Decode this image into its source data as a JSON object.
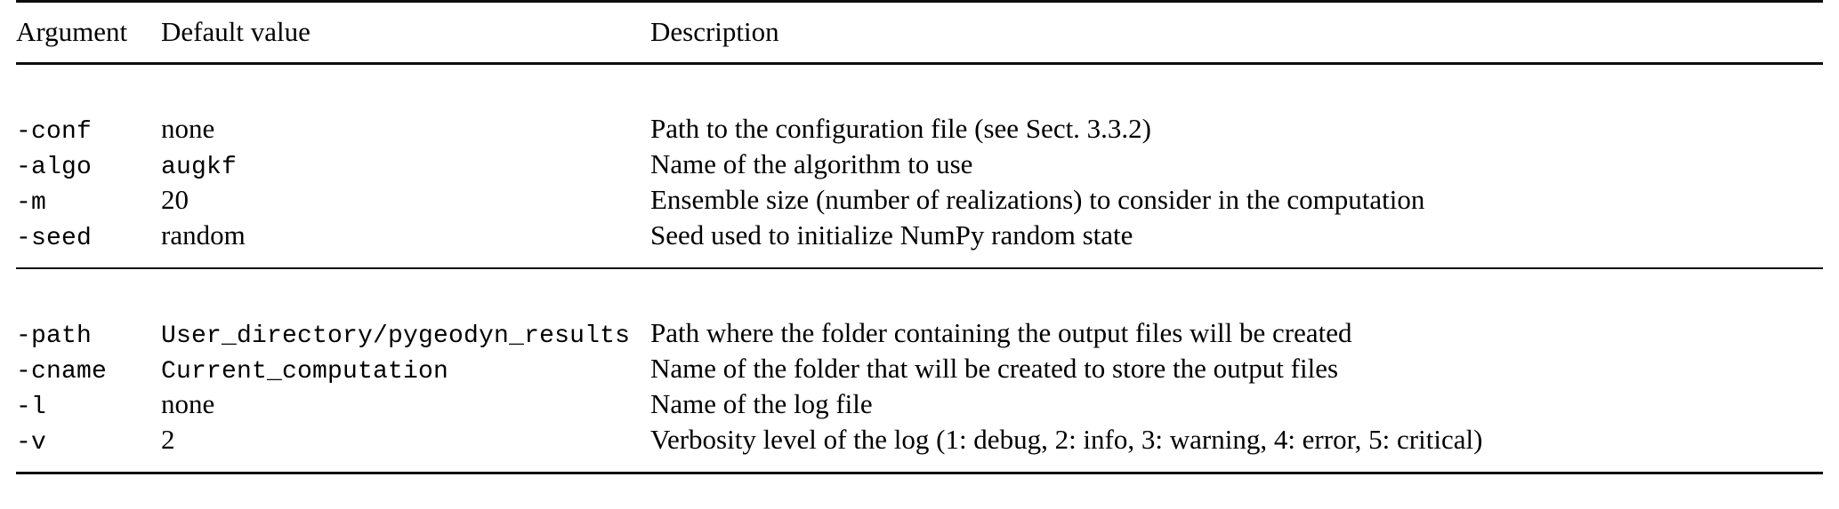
{
  "table": {
    "columns": [
      {
        "key": "argument",
        "label": "Argument"
      },
      {
        "key": "default_value",
        "label": "Default value"
      },
      {
        "key": "description",
        "label": "Description"
      }
    ],
    "groups": [
      {
        "rows": [
          {
            "argument": "-conf",
            "argument_style": "mono",
            "default_value": "none",
            "value_style": "serif",
            "description": "Path to the configuration file (see Sect. 3.3.2)"
          },
          {
            "argument": "-algo",
            "argument_style": "mono",
            "default_value": "augkf",
            "value_style": "mono",
            "description": "Name of the algorithm to use"
          },
          {
            "argument": "-m",
            "argument_style": "mono",
            "default_value": "20",
            "value_style": "serif",
            "description": "Ensemble size (number of realizations) to consider in the computation"
          },
          {
            "argument": "-seed",
            "argument_style": "mono",
            "default_value": "random",
            "value_style": "serif",
            "description": "Seed used to initialize NumPy random state"
          }
        ]
      },
      {
        "rows": [
          {
            "argument": "-path",
            "argument_style": "mono",
            "default_value": "User_directory/pygeodyn_results",
            "value_style": "mono",
            "description": "Path where the folder containing the output files will be created"
          },
          {
            "argument": "-cname",
            "argument_style": "mono",
            "default_value": "Current_computation",
            "value_style": "mono",
            "description": "Name of the folder that will be created to store the output files"
          },
          {
            "argument": "-l",
            "argument_style": "mono",
            "default_value": "none",
            "value_style": "serif",
            "description": "Name of the log file"
          },
          {
            "argument": "-v",
            "argument_style": "mono",
            "default_value": "2",
            "value_style": "serif",
            "description": "Verbosity level of the log (1: debug, 2: info, 3: warning, 4: error, 5: critical)"
          }
        ]
      }
    ]
  }
}
